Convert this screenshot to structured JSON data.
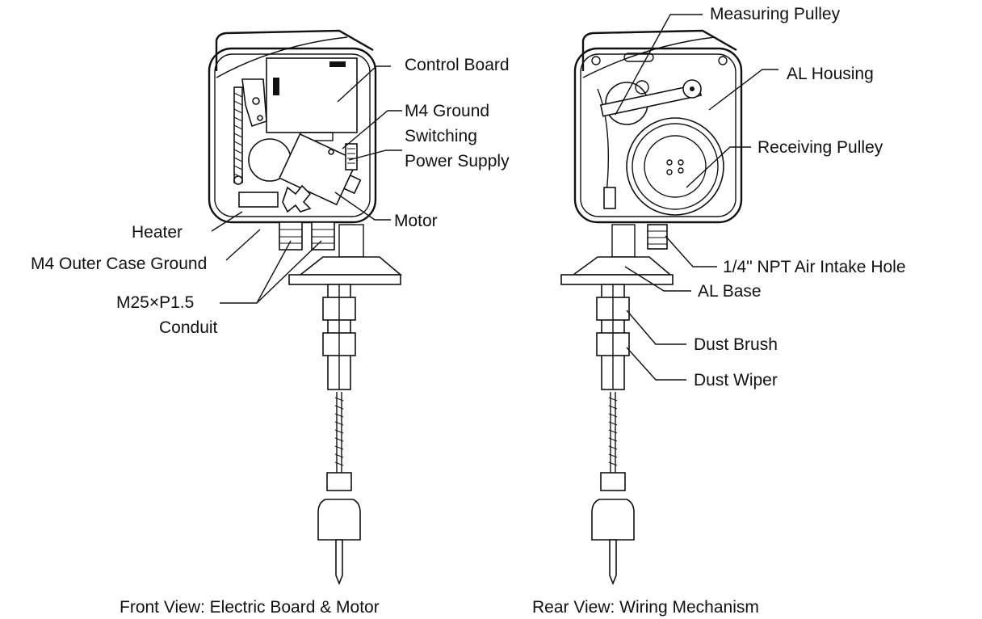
{
  "front_view": {
    "caption": "Front View: Electric Board & Motor",
    "labels": {
      "control_board": "Control Board",
      "m4_ground": "M4 Ground",
      "switching_1": "Switching",
      "switching_2": "Power Supply",
      "heater": "Heater",
      "motor": "Motor",
      "outer_ground": "M4 Outer Case Ground",
      "conduit_1": "M25×P1.5",
      "conduit_2": "Conduit"
    }
  },
  "rear_view": {
    "caption": "Rear View: Wiring Mechanism",
    "labels": {
      "measuring_pulley": "Measuring Pulley",
      "al_housing": "AL Housing",
      "receiving_pulley": "Receiving Pulley",
      "air_intake": "1/4\" NPT Air Intake Hole",
      "al_base": "AL Base",
      "dust_brush": "Dust Brush",
      "dust_wiper": "Dust Wiper"
    }
  }
}
